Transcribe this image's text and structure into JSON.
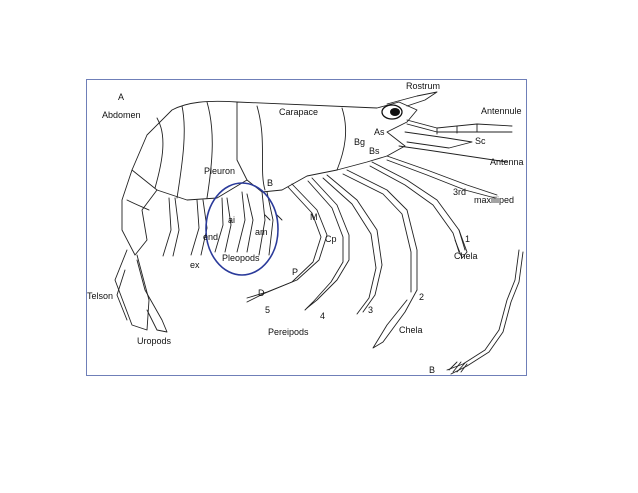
{
  "figure": {
    "panel_a": "A",
    "panel_b": "B",
    "labels": {
      "rostrum": "Rostrum",
      "abdomen": "Abdomen",
      "carapace": "Carapace",
      "antennule": "Antennule",
      "as": "As",
      "sc": "Sc",
      "bg": "Bg",
      "bs": "Bs",
      "antenna": "Antenna",
      "third": "3rd",
      "maxilliped": "maxilliped",
      "pleuron": "Pleuron",
      "b_small": "B",
      "one": "1",
      "chela_upper": "Chela",
      "m": "M",
      "ai": "ai",
      "am": "am",
      "end": "end",
      "cp": "Cp",
      "ex": "ex",
      "pleopods": "Pleopods",
      "p": "P",
      "d": "D",
      "two": "2",
      "five": "5",
      "four": "4",
      "three": "3",
      "telson": "Telson",
      "chela_lower": "Chela",
      "pereipods": "Pereipods",
      "uropods": "Uropods"
    },
    "colors": {
      "line": "#222222",
      "frame": "#6f7fb8",
      "highlight": "#2a3a9a"
    }
  }
}
